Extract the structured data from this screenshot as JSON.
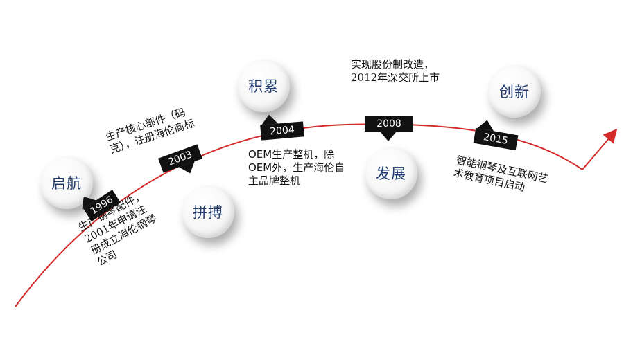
{
  "milestones": [
    {
      "year": "1996",
      "stage": "启航",
      "text": "生产钢琴配件，2001年申请注册成立海伦钢琴公司"
    },
    {
      "year": "2003",
      "stage": "拼搏",
      "text": "生产核心部件（码克），注册海伦商标"
    },
    {
      "year": "2004",
      "stage": "积累",
      "text": "OEM生产整机，除OEM外，生产海伦自主品牌整机"
    },
    {
      "year": "2008",
      "stage": "发展",
      "text": "实现股份制改造，2012年深交所上市"
    },
    {
      "year": "2015",
      "stage": "创新",
      "text": "智能钢琴及互联网艺术教育项目启动"
    }
  ],
  "colors": {
    "curve": "#d42a2a",
    "tag": "#111111",
    "stage_text": "#1f3a6b"
  }
}
